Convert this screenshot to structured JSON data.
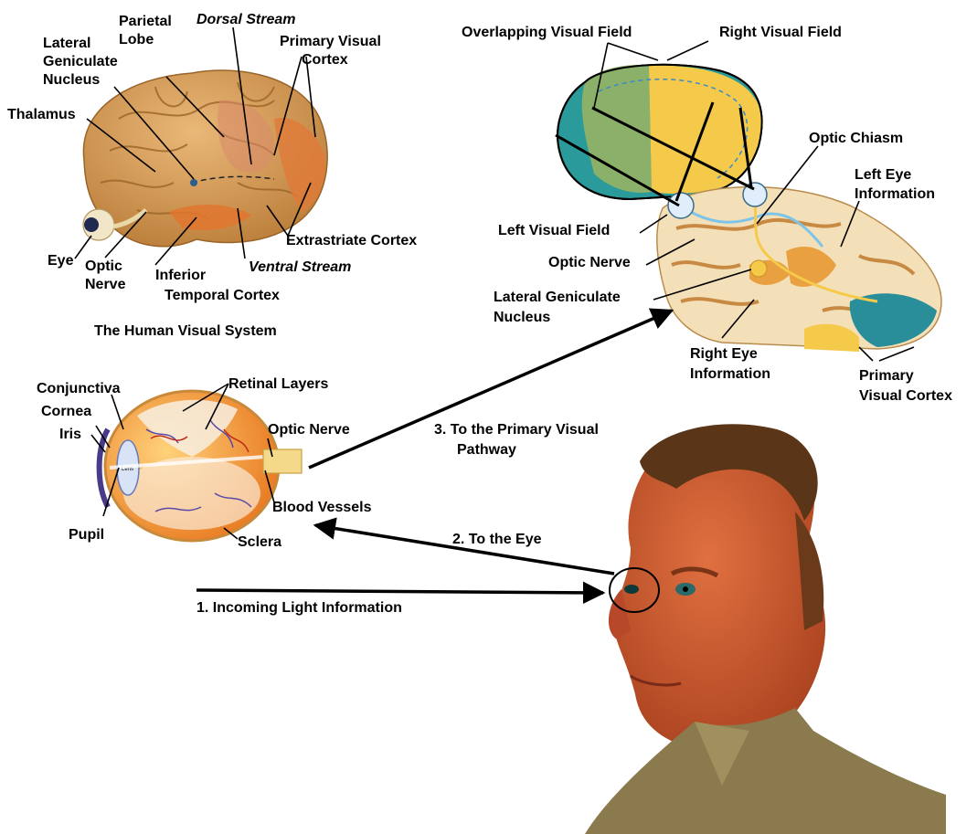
{
  "brain": {
    "caption": "The Human Visual System",
    "labels": {
      "parietal_lobe": [
        "Parietal",
        "Lobe"
      ],
      "dorsal_stream": "Dorsal Stream",
      "lateral_geniculate_nucleus": [
        "Lateral",
        "Geniculate",
        "Nucleus"
      ],
      "primary_visual_cortex": [
        "Primary Visual",
        "Cortex"
      ],
      "thalamus": "Thalamus",
      "eye": "Eye",
      "optic_nerve": [
        "Optic",
        "Nerve"
      ],
      "inferior_temporal_cortex": [
        "Inferior",
        "Temporal Cortex"
      ],
      "ventral_stream": "Ventral Stream",
      "extrastriate_cortex": "Extrastriate Cortex"
    }
  },
  "pathway": {
    "labels": {
      "overlapping_visual_field": "Overlapping Visual Field",
      "right_visual_field": "Right Visual Field",
      "optic_chiasm": "Optic Chiasm",
      "left_eye_information": [
        "Left Eye",
        "Information"
      ],
      "left_visual_field": "Left Visual Field",
      "optic_nerve": "Optic Nerve",
      "lateral_geniculate_nucleus": [
        "Lateral Geniculate",
        "Nucleus"
      ],
      "right_eye_information": [
        "Right Eye",
        "Information"
      ],
      "primary_visual_cortex": [
        "Primary",
        "Visual Cortex"
      ]
    }
  },
  "eye": {
    "labels": {
      "conjunctiva": "Conjunctiva",
      "cornea": "Cornea",
      "iris": "Iris",
      "pupil": "Pupil",
      "retinal_layers": "Retinal Layers",
      "optic_nerve": "Optic Nerve",
      "blood_vessels": "Blood Vessels",
      "sclera": "Sclera",
      "lens": "Lens"
    }
  },
  "steps": {
    "step1": "1.  Incoming Light Information",
    "step2": "2.  To the Eye",
    "step3": [
      "3.  To the Primary Visual",
      "Pathway"
    ]
  },
  "colors": {
    "brain": "#d9a05e",
    "brain_shadow": "#b5772f",
    "left_field": "#2a9a9a",
    "overlap_field": "#8bb06a",
    "right_field": "#f5c94a",
    "skin": "#c8582e",
    "hair": "#5a3517",
    "shirt": "#8a7a4e"
  }
}
